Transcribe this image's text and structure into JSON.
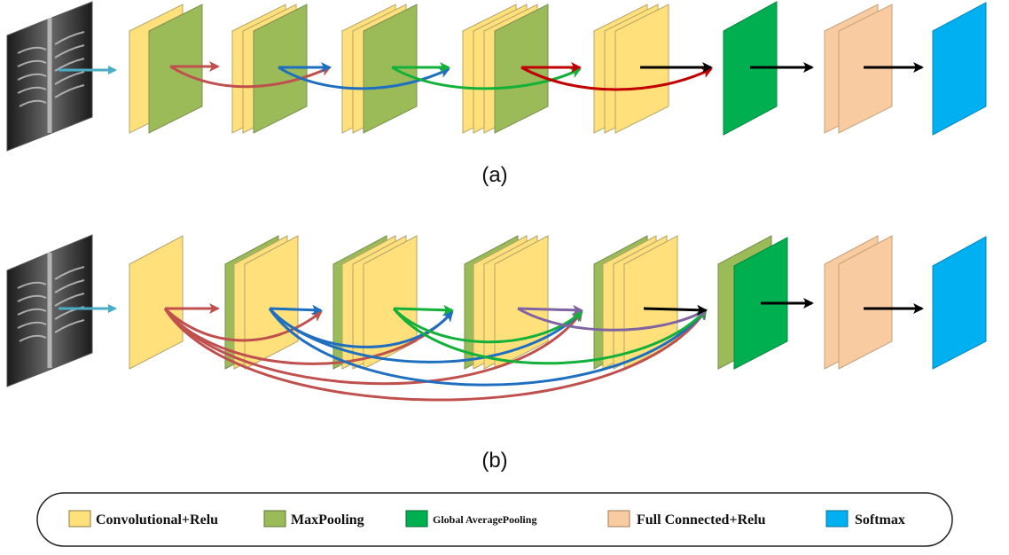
{
  "panels": [
    {
      "label": "(a)"
    },
    {
      "label": "(b)"
    }
  ],
  "legend": [
    {
      "label": "Convolutional+Relu",
      "color": "#ffe07a"
    },
    {
      "label": "MaxPooling",
      "color": "#9bbb59"
    },
    {
      "label": "Global AveragePooling",
      "color": "#00b050"
    },
    {
      "label": "Full Connected+Relu",
      "color": "#f8cba0"
    },
    {
      "label": "Softmax",
      "color": "#00b0f0"
    }
  ],
  "colors": {
    "input_arrow": "#4bacc6",
    "skip_red": "#c0504d",
    "skip_blue": "#1f6fc0",
    "skip_green": "#13b13a",
    "skip_purple": "#8064a2",
    "skip_darkred": "#c00000",
    "flow_black": "#000000"
  },
  "icons": {
    "input_image": "chest-xray-icon"
  }
}
